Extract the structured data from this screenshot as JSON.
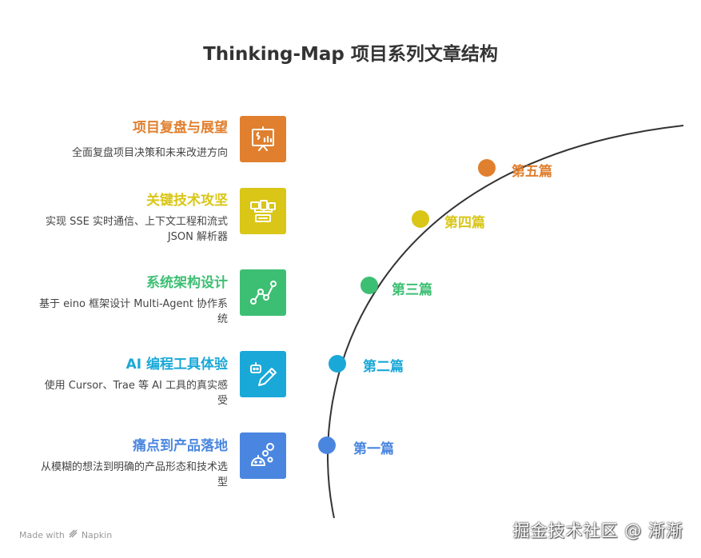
{
  "title": "Thinking-Map 项目系列文章结构",
  "items": [
    {
      "title": "项目复盘与展望",
      "desc": "全面复盘项目决策和未来改进方向",
      "label": "第五篇",
      "color": "#e07f2e",
      "icon": "presentation-chart-icon"
    },
    {
      "title": "关键技术攻坚",
      "desc": "实现 SSE 实时通信、上下文工程和流式 JSON 解析器",
      "label": "第四篇",
      "color": "#d9c617",
      "icon": "devices-network-icon"
    },
    {
      "title": "系统架构设计",
      "desc": "基于 eino 框架设计 Multi-Agent 协作系统",
      "label": "第三篇",
      "color": "#3dbf73",
      "icon": "line-graph-icon"
    },
    {
      "title": "AI 编程工具体验",
      "desc": "使用 Cursor、Trae 等 AI 工具的真实感受",
      "label": "第二篇",
      "color": "#1aa8d8",
      "icon": "robot-pen-icon"
    },
    {
      "title": "痛点到产品落地",
      "desc": "从模糊的想法到明确的产品形态和技术选型",
      "label": "第一篇",
      "color": "#4a86e0",
      "icon": "robot-bubbles-icon"
    }
  ],
  "footer": {
    "made_with": "Made with",
    "brand": "Napkin"
  },
  "watermark": "掘金技术社区 @ 渐渐"
}
